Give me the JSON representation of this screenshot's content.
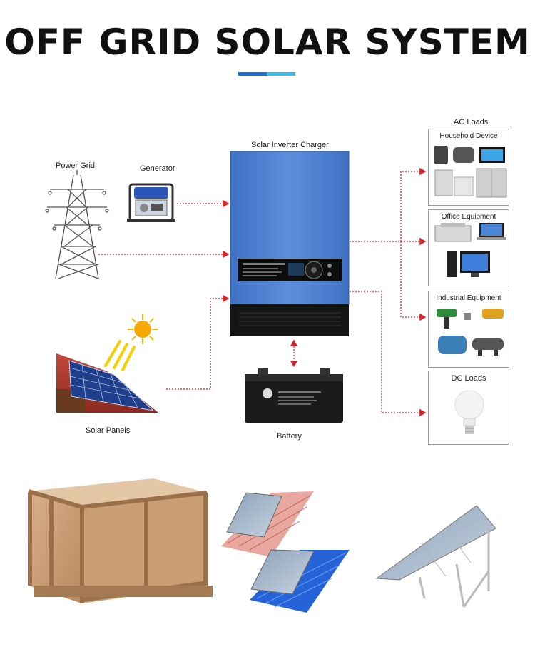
{
  "header": {
    "title": "OFF GRID SOLAR SYSTEM",
    "accent_colors": [
      "#1a73d9",
      "#2fc0ec"
    ]
  },
  "diagram": {
    "nodes": {
      "power_grid": "Power Grid",
      "generator": "Generator",
      "inverter": "Solar Inverter Charger",
      "solar_panels": "Solar Panels",
      "battery": "Battery",
      "ac_loads": "AC Loads",
      "household": "Household Device",
      "office": "Office Equipment",
      "industrial": "Industrial Equipment",
      "dc_loads": "DC Loads"
    },
    "flow_color": "#d9232a",
    "inverter_color": "#4a7fd0"
  },
  "gallery": {
    "items": [
      "wooden-crate",
      "roof-mount-panels",
      "ground-mount-panel"
    ]
  }
}
